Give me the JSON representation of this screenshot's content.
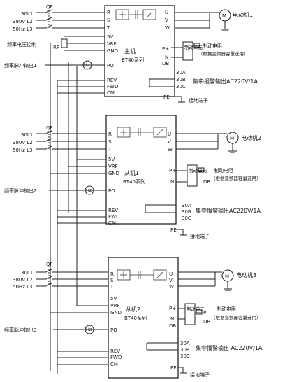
{
  "units": [
    {
      "id": "master",
      "title": "主机",
      "series": "BT40系列",
      "motor": "电动机1",
      "pulse_out": "频率脉冲输出1",
      "freq_ctrl": "频率电压控制",
      "rp": "RP",
      "brake_res": "制动电阻",
      "brake_note": "（根据变频器容量选用）",
      "brake_unit": "制动单元",
      "alarm": "集中报警输出AC220V/1A",
      "ground": "接地端子",
      "hz": "Hz"
    },
    {
      "id": "slave1",
      "title": "从机1",
      "series": "BT40系列",
      "motor": "电动机2",
      "pulse_out": "频率脉冲输出2",
      "brake_res": "制动电阻",
      "brake_note": "（根据变频器容量选用）",
      "brake_unit": "制动单元",
      "alarm": "集中报警输出AC220V/1A",
      "ground": "接地端子",
      "hz": "Hz"
    },
    {
      "id": "slave2",
      "title": "从机2",
      "series": "BT40系列",
      "motor": "电动机3",
      "pulse_out": "频率脉冲输出3",
      "brake_res": "制动电阻",
      "brake_note": "（根据变频器容量选用）",
      "brake_unit": "制动单元",
      "alarm": "集中报警输出 AC220V/1A",
      "ground": "接地端子",
      "hz": "Hz"
    }
  ],
  "supply": {
    "l1": "30L1",
    "l2": "380V L2",
    "l3": "50Hz L3",
    "breaker": "QF"
  },
  "terminals": {
    "input": [
      "R",
      "S",
      "T"
    ],
    "output": [
      "U",
      "V",
      "W"
    ],
    "ctrl": [
      "5V",
      "VRF",
      "GND",
      "PO"
    ],
    "run": [
      "REV",
      "FWD",
      "CM"
    ],
    "brake": [
      "P+",
      "N",
      "DB"
    ],
    "brake_r": [
      "P",
      "DB"
    ],
    "alarm": [
      "30A",
      "30B",
      "30C"
    ],
    "pe": "PE"
  }
}
